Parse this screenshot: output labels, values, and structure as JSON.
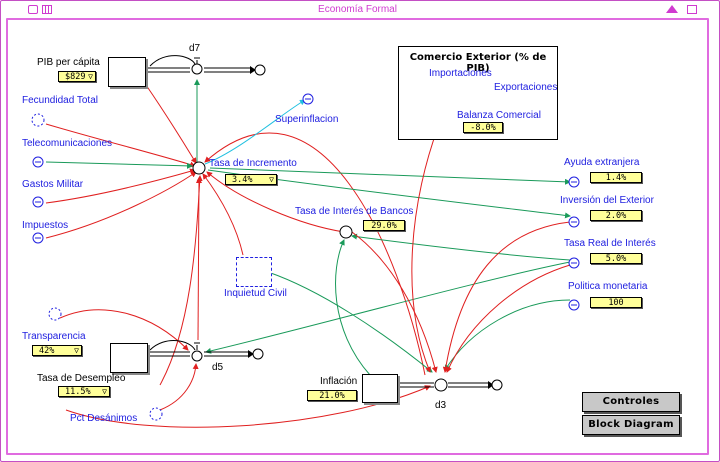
{
  "window": {
    "title": "Economía Formal"
  },
  "group": {
    "title": "Comercio Exterior (% de PIB)"
  },
  "nodes": {
    "pib": {
      "label": "PIB per cápita",
      "value": "$829"
    },
    "d7": {
      "label": "d7"
    },
    "fecundidad": {
      "label": "Fecundidad Total"
    },
    "telecom": {
      "label": "Telecomunicaciones"
    },
    "gastos": {
      "label": "Gastos Militar"
    },
    "impuestos": {
      "label": "Impuestos"
    },
    "superinflacion": {
      "label": "Superinflacion"
    },
    "tasa_inc": {
      "label": "Tasa de Incremento",
      "value": "3.4%"
    },
    "importaciones": {
      "label": "Importaciones"
    },
    "exportaciones": {
      "label": "Exportaciones"
    },
    "balanza": {
      "label": "Balanza Comercial",
      "value": "-8.0%"
    },
    "ayuda": {
      "label": "Ayuda extranjera",
      "value": "1.4%"
    },
    "inversion": {
      "label": "Inversión del Exterior",
      "value": "2.0%"
    },
    "tasa_real": {
      "label": "Tasa Real de Interés",
      "value": "5.0%"
    },
    "politica": {
      "label": "Politica monetaria",
      "value": "100"
    },
    "tasa_interes": {
      "label": "Tasa de Interés de Bancos",
      "value": "29.0%"
    },
    "inquietud": {
      "label": "Inquietud Civil"
    },
    "transparencia": {
      "label": "Transparencia",
      "value": "42%"
    },
    "desempleo": {
      "label": "Tasa de Desempleo",
      "value": "11.5%"
    },
    "d5": {
      "label": "d5"
    },
    "pct": {
      "label": "Pct Desánimos"
    },
    "inflacion": {
      "label": "Inflación",
      "value": "21.0%"
    },
    "d3": {
      "label": "d3"
    }
  },
  "buttons": {
    "controles": "Controles",
    "block": "Block Diagram"
  },
  "colors": {
    "accent": "#d03ad0",
    "link_red": "#e02020",
    "link_green": "#1a9a5a",
    "link_cyan": "#20c0e0",
    "label_blue": "#2020e0",
    "field": "#ffff99"
  }
}
